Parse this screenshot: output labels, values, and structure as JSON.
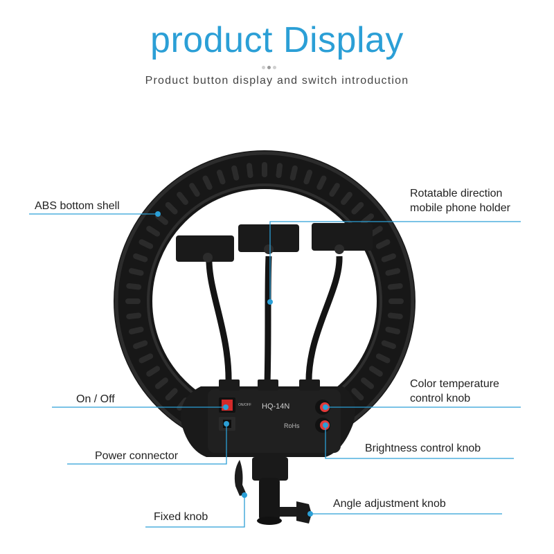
{
  "header": {
    "title": "product Display",
    "subtitle": "Product button display and switch introduction"
  },
  "product": {
    "model": "HQ-14N",
    "switch_label": "ON/OFF",
    "rohs": "RoHs"
  },
  "labels": {
    "abs_shell": "ABS bottom shell",
    "phone_holder_line1": "Rotatable direction",
    "phone_holder_line2": "mobile phone holder",
    "color_temp_line1": "Color temperature",
    "color_temp_line2": "control knob",
    "on_off": "On / Off",
    "brightness": "Brightness control knob",
    "power": "Power connector",
    "angle": "Angle adjustment knob",
    "fixed": "Fixed knob"
  },
  "colors": {
    "accent": "#2b9fd6",
    "ring": "#1d1d1d",
    "knob_red": "#e23a3a"
  }
}
